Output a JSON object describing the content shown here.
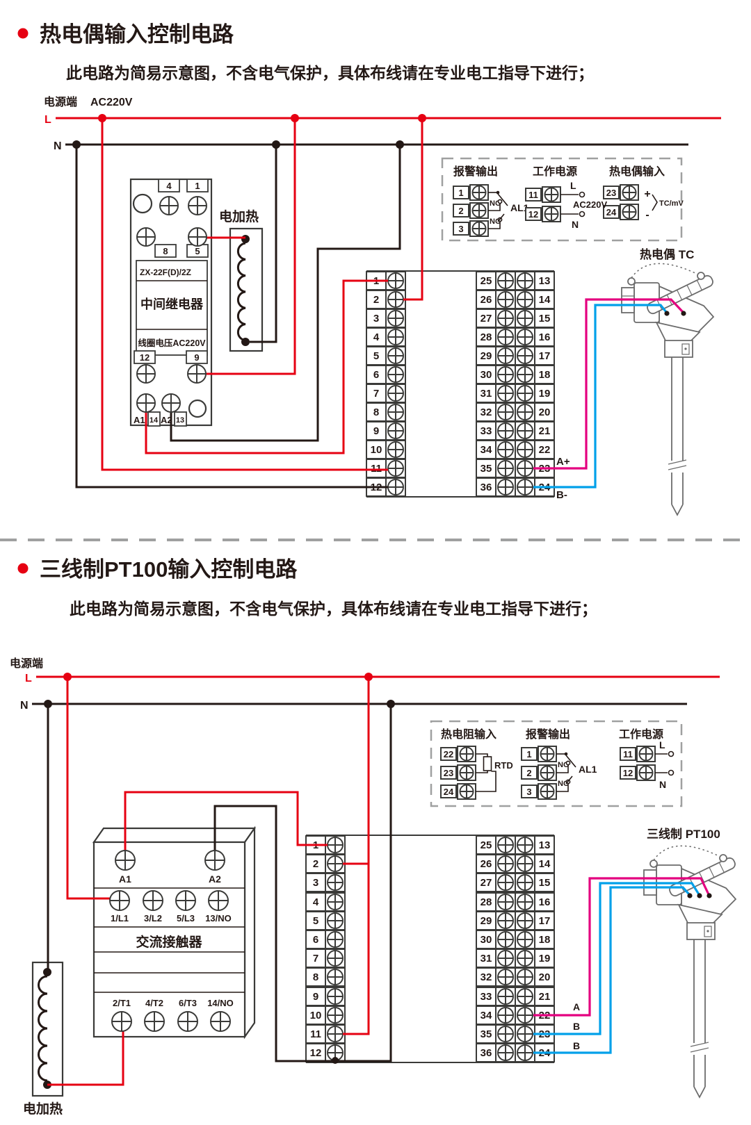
{
  "colors": {
    "wire_live": "#e60012",
    "wire_neutral": "#231815",
    "wire_signal_a": "#e4007f",
    "wire_signal_b": "#00a0e9",
    "component_outline": "#3a3a38",
    "dashed_box": "#9fa0a0"
  },
  "section1": {
    "title": "热电偶输入控制电路",
    "subtitle": "此电路为简易示意图，不含电气保护，具体布线请在专业电工指导下进行；",
    "supply": {
      "label": "电源端",
      "voltage": "AC220V",
      "live": "L",
      "neutral": "N"
    },
    "relay": {
      "model": "ZX-22F(D)/2Z",
      "name": "中间继电器",
      "coil_voltage": "线圈电压AC220V",
      "terminals_top": [
        "4",
        "1"
      ],
      "terminals_upper_mid": [
        "8",
        "5"
      ],
      "terminals_lower_mid": [
        "12",
        "9"
      ],
      "terminals_bottom": [
        "A1",
        "14",
        "A2",
        "13"
      ]
    },
    "heater": {
      "label": "电加热"
    },
    "io_panel": {
      "alarm": {
        "title": "报警输出",
        "terminals": [
          "1",
          "2",
          "3"
        ],
        "no": "NO",
        "nc": "NC",
        "output": "AL1"
      },
      "power": {
        "title": "工作电源",
        "terminals": [
          "11",
          "12"
        ],
        "live": "L",
        "neutral": "N",
        "voltage": "AC220V"
      },
      "input": {
        "title": "热电偶输入",
        "terminals": [
          "23",
          "24"
        ],
        "plus": "+",
        "minus": "-",
        "signal": "TC/mV"
      }
    },
    "terminal_block": {
      "left": [
        "1",
        "2",
        "3",
        "4",
        "5",
        "6",
        "7",
        "8",
        "9",
        "10",
        "11",
        "12"
      ],
      "mid": [
        "25",
        "26",
        "27",
        "28",
        "29",
        "30",
        "31",
        "32",
        "33",
        "34",
        "35",
        "36"
      ],
      "right": [
        "13",
        "14",
        "15",
        "16",
        "17",
        "18",
        "19",
        "20",
        "21",
        "22",
        "23",
        "24"
      ]
    },
    "wire_labels": {
      "a_plus": "A+",
      "b_minus": "B-"
    },
    "sensor": {
      "label": "热电偶 TC"
    }
  },
  "section2": {
    "title": "三线制PT100输入控制电路",
    "subtitle": "此电路为简易示意图，不含电气保护，具体布线请在专业电工指导下进行；",
    "supply": {
      "label": "电源端",
      "live": "L",
      "neutral": "N"
    },
    "contactor": {
      "name": "交流接触器",
      "coil_terminals": [
        "A1",
        "A2"
      ],
      "line_terminals": [
        "1/L1",
        "3/L2",
        "5/L3",
        "13/NO"
      ],
      "load_terminals": [
        "2/T1",
        "4/T2",
        "6/T3",
        "14/NO"
      ]
    },
    "heater": {
      "label": "电加热"
    },
    "io_panel": {
      "input": {
        "title": "热电阻输入",
        "terminals": [
          "22",
          "23",
          "24"
        ],
        "signal": "RTD"
      },
      "alarm": {
        "title": "报警输出",
        "terminals": [
          "1",
          "2",
          "3"
        ],
        "no": "NO",
        "nc": "NC",
        "output": "AL1"
      },
      "power": {
        "title": "工作电源",
        "terminals": [
          "11",
          "12"
        ],
        "live": "L",
        "neutral": "N"
      }
    },
    "terminal_block": {
      "left": [
        "1",
        "2",
        "3",
        "4",
        "5",
        "6",
        "7",
        "8",
        "9",
        "10",
        "11",
        "12"
      ],
      "mid": [
        "25",
        "26",
        "27",
        "28",
        "29",
        "30",
        "31",
        "32",
        "33",
        "34",
        "35",
        "36"
      ],
      "right": [
        "13",
        "14",
        "15",
        "16",
        "17",
        "18",
        "19",
        "20",
        "21",
        "22",
        "23",
        "24"
      ]
    },
    "wire_labels": {
      "a": "A",
      "b_upper": "B",
      "b_lower": "B"
    },
    "sensor": {
      "label": "三线制 PT100"
    }
  }
}
